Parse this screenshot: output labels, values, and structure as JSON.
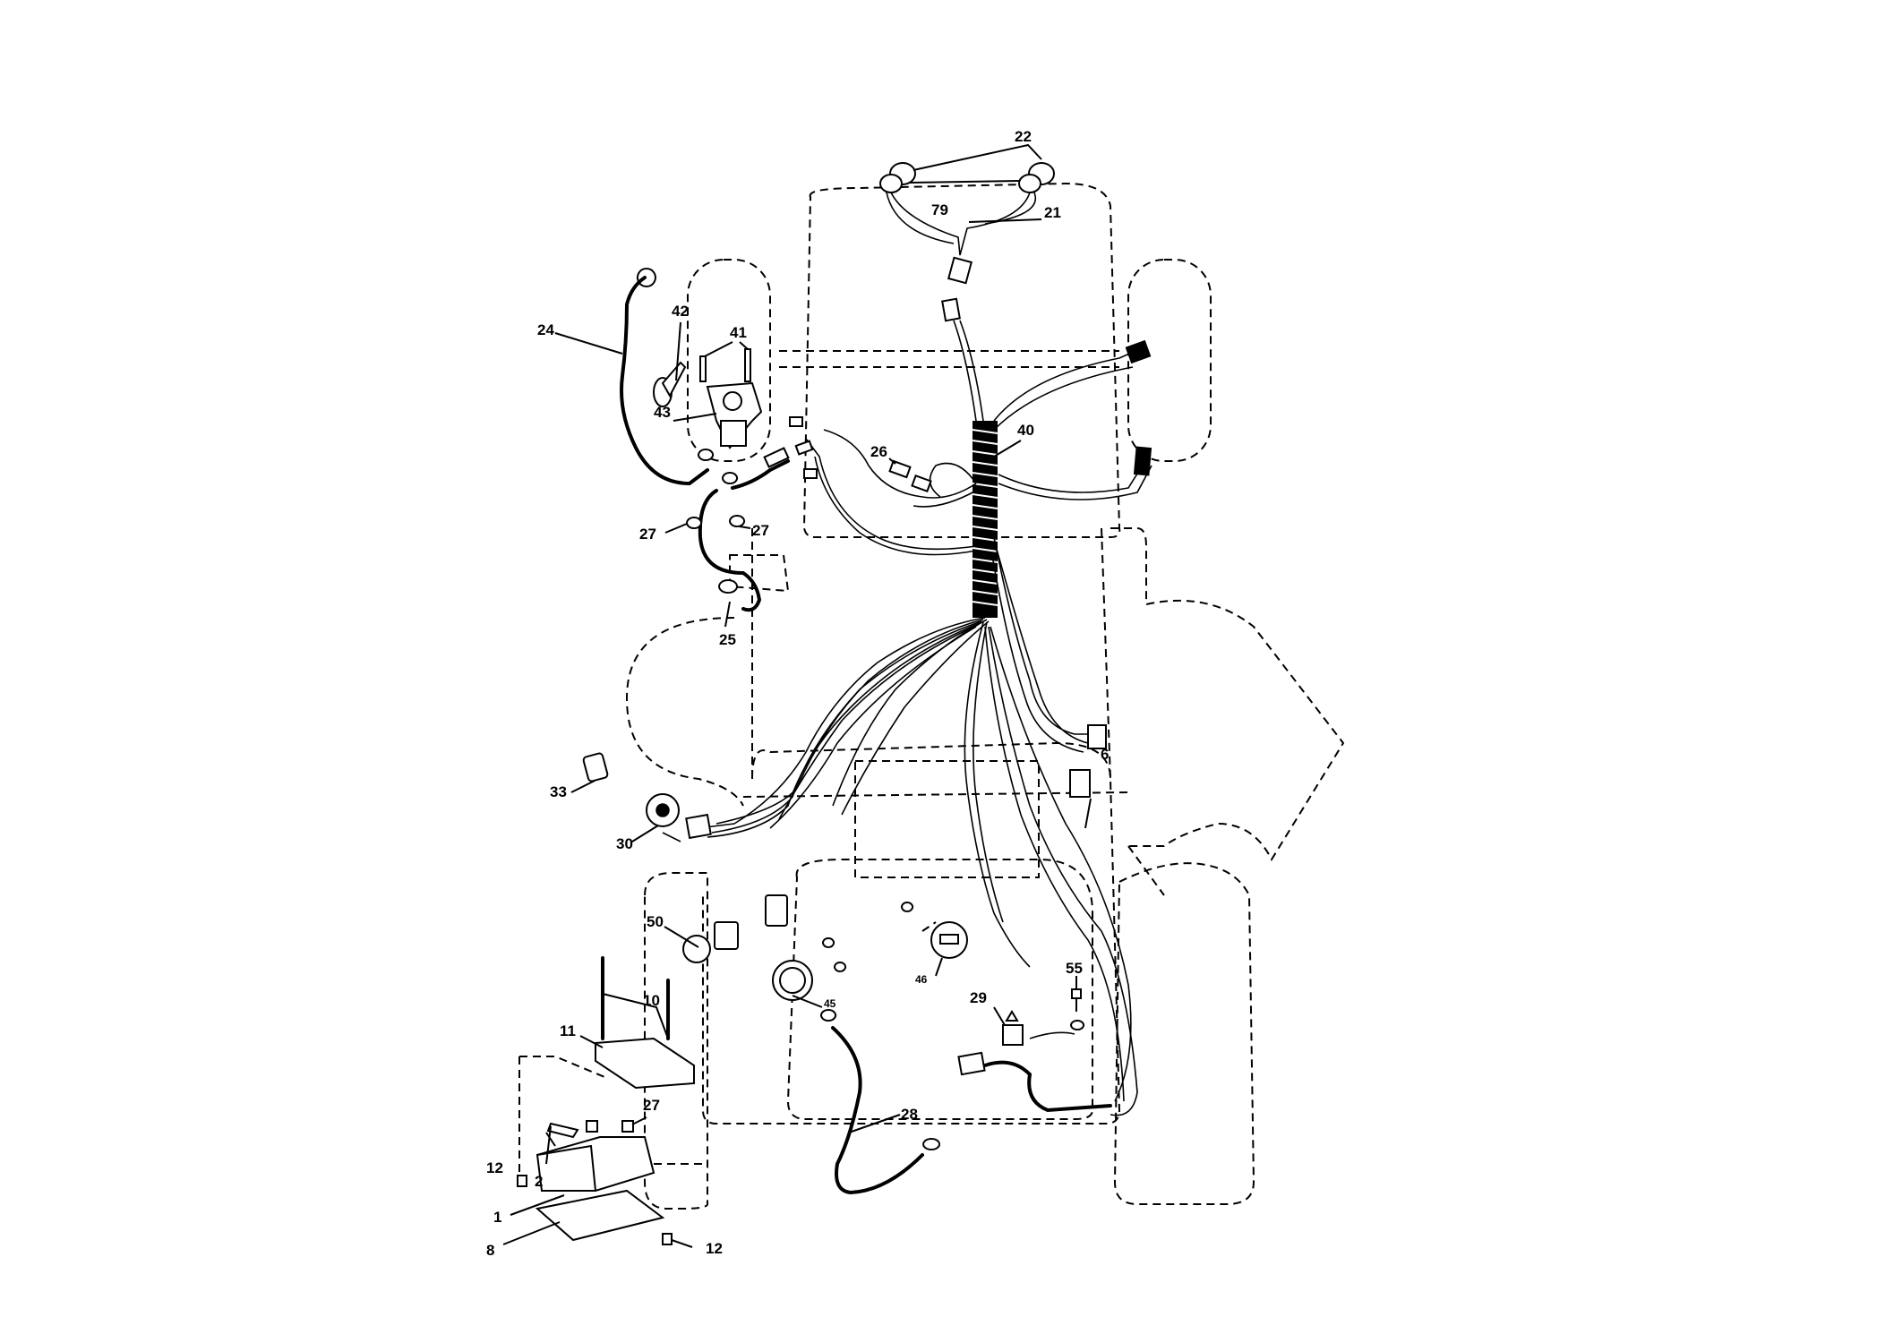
{
  "diagram": {
    "callouts": {
      "c22": "22",
      "c79": "79",
      "c21": "21",
      "c24": "24",
      "c42": "42",
      "c41": "41",
      "c43": "43",
      "c40": "40",
      "c26": "26",
      "c27a": "27",
      "c27b": "27",
      "c25": "25",
      "c6": "6",
      "c33": "33",
      "c30": "30",
      "c50": "50",
      "c46": "46",
      "c45": "45",
      "c55": "55",
      "c29": "29",
      "c10": "10",
      "c11": "11",
      "c28": "28",
      "c27c": "27",
      "c12a": "12",
      "c2": "2",
      "c1": "1",
      "c8": "8",
      "c12b": "12"
    }
  }
}
